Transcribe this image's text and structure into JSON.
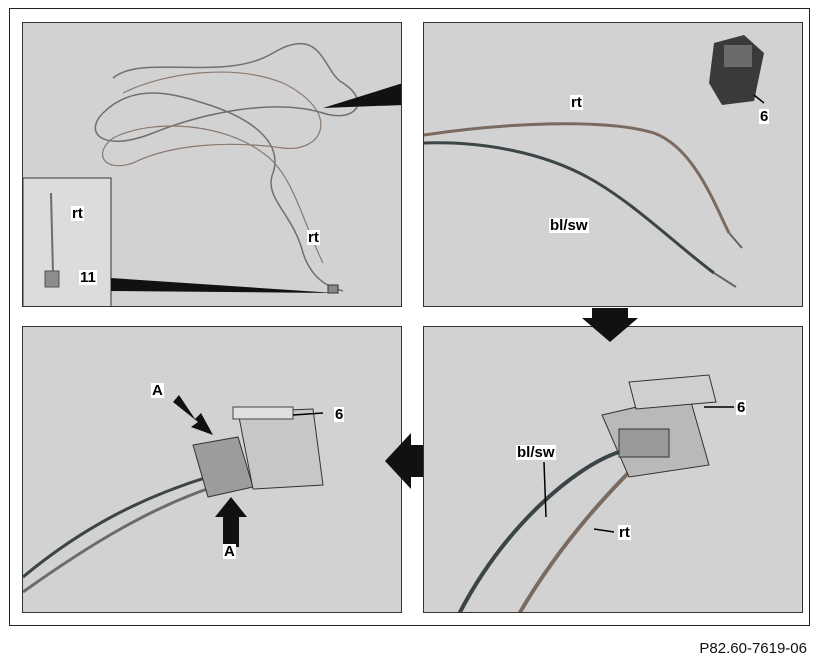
{
  "figure_ref": "P82.60-7619-06",
  "panels": [
    {
      "id": "top-left",
      "labels": [
        "rt",
        "rt",
        "11"
      ]
    },
    {
      "id": "top-right",
      "labels": [
        "rt",
        "bl/sw",
        "6"
      ]
    },
    {
      "id": "bottom-right",
      "labels": [
        "bl/sw",
        "rt",
        "6"
      ]
    },
    {
      "id": "bottom-left",
      "labels": [
        "A",
        "A",
        "6"
      ]
    }
  ],
  "step_arrows": [
    "down",
    "left"
  ],
  "colors": {
    "panel_bg": "#d2d2d2",
    "wire_red": "#7a6a60",
    "wire_blue_black": "#3b4446",
    "connector": "#b9b9b9"
  }
}
